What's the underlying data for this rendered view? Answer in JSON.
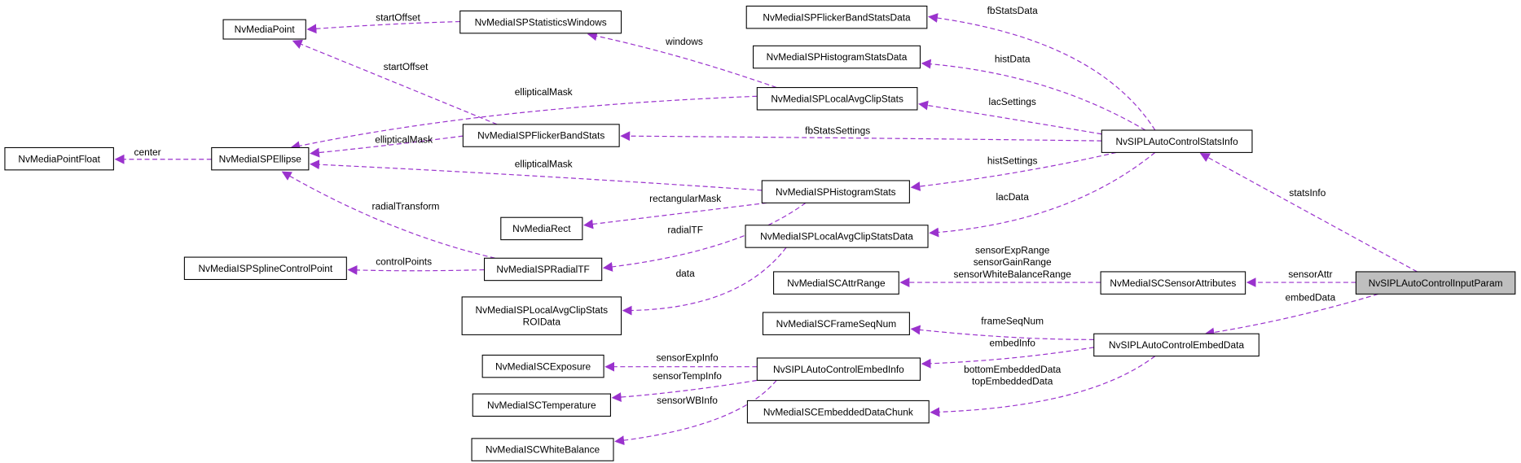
{
  "diagram": {
    "title": "NvSIPLAutoControlInputParam collaboration diagram",
    "edge_color": "#9a32cd",
    "focus_color": "#bfbfbf",
    "nodes": [
      {
        "lines": [
          "NvMediaPoint"
        ]
      },
      {
        "lines": [
          "NvMediaISPStatisticsWindows"
        ]
      },
      {
        "lines": [
          "NvMediaISPFlickerBandStatsData"
        ]
      },
      {
        "lines": [
          "NvMediaISPHistogramStatsData"
        ]
      },
      {
        "lines": [
          "NvMediaISPLocalAvgClipStats"
        ]
      },
      {
        "lines": [
          "NvMediaISPFlickerBandStats"
        ]
      },
      {
        "lines": [
          "NvSIPLAutoControlStatsInfo"
        ]
      },
      {
        "lines": [
          "NvMediaPointFloat"
        ]
      },
      {
        "lines": [
          "NvMediaISPEllipse"
        ]
      },
      {
        "lines": [
          "NvMediaISPHistogramStats"
        ]
      },
      {
        "lines": [
          "NvMediaRect"
        ]
      },
      {
        "lines": [
          "NvMediaISPLocalAvgClipStatsData"
        ]
      },
      {
        "lines": [
          "NvMediaISPSplineControlPoint"
        ]
      },
      {
        "lines": [
          "NvMediaISPRadialTF"
        ]
      },
      {
        "lines": [
          "NvMediaISCAttrRange"
        ]
      },
      {
        "lines": [
          "NvMediaISCSensorAttributes"
        ]
      },
      {
        "lines": [
          "NvSIPLAutoControlInputParam"
        ],
        "focus": true
      },
      {
        "lines": [
          "NvMediaISPLocalAvgClipStats",
          "ROIData"
        ]
      },
      {
        "lines": [
          "NvMediaISCFrameSeqNum"
        ]
      },
      {
        "lines": [
          "NvSIPLAutoControlEmbedData"
        ]
      },
      {
        "lines": [
          "NvMediaISCExposure"
        ]
      },
      {
        "lines": [
          "NvSIPLAutoControlEmbedInfo"
        ]
      },
      {
        "lines": [
          "NvMediaISCTemperature"
        ]
      },
      {
        "lines": [
          "NvMediaISCEmbeddedDataChunk"
        ]
      },
      {
        "lines": [
          "NvMediaISCWhiteBalance"
        ]
      }
    ],
    "edges": [
      {
        "from": "NvMediaISPStatisticsWindows",
        "to": "NvMediaPoint",
        "label": [
          "startOffset"
        ]
      },
      {
        "from": "NvMediaISPFlickerBandStats",
        "to": "NvMediaPoint",
        "label": [
          "startOffset"
        ]
      },
      {
        "from": "NvMediaISPLocalAvgClipStats",
        "to": "NvMediaISPEllipse",
        "label": [
          "ellipticalMask"
        ]
      },
      {
        "from": "NvMediaISPLocalAvgClipStats",
        "to": "NvMediaISPStatisticsWindows",
        "label": [
          "windows"
        ]
      },
      {
        "from": "NvMediaISPFlickerBandStats",
        "to": "NvMediaISPEllipse",
        "label": [
          "ellipticalMask"
        ]
      },
      {
        "from": "NvMediaISPEllipse",
        "to": "NvMediaPointFloat",
        "label": [
          "center"
        ]
      },
      {
        "from": "NvMediaISPHistogramStats",
        "to": "NvMediaISPEllipse",
        "label": [
          "ellipticalMask"
        ]
      },
      {
        "from": "NvMediaISPRadialTF",
        "to": "NvMediaISPEllipse",
        "label": [
          "radialTransform"
        ]
      },
      {
        "from": "NvMediaISPHistogramStats",
        "to": "NvMediaRect",
        "label": [
          "rectangularMask"
        ]
      },
      {
        "from": "NvMediaISPHistogramStats",
        "to": "NvMediaISPRadialTF",
        "label": [
          "radialTF"
        ]
      },
      {
        "from": "NvMediaISPRadialTF",
        "to": "NvMediaISPSplineControlPoint",
        "label": [
          "controlPoints"
        ]
      },
      {
        "from": "NvMediaISPLocalAvgClipStatsData",
        "to": "NvMediaISPLocalAvgClipStatsROIData",
        "label": [
          "data"
        ]
      },
      {
        "from": "NvSIPLAutoControlStatsInfo",
        "to": "NvMediaISPFlickerBandStatsData",
        "label": [
          "fbStatsData"
        ]
      },
      {
        "from": "NvSIPLAutoControlStatsInfo",
        "to": "NvMediaISPHistogramStatsData",
        "label": [
          "histData"
        ]
      },
      {
        "from": "NvSIPLAutoControlStatsInfo",
        "to": "NvMediaISPLocalAvgClipStats",
        "label": [
          "lacSettings"
        ]
      },
      {
        "from": "NvSIPLAutoControlStatsInfo",
        "to": "NvMediaISPFlickerBandStats",
        "label": [
          "fbStatsSettings"
        ]
      },
      {
        "from": "NvSIPLAutoControlStatsInfo",
        "to": "NvMediaISPHistogramStats",
        "label": [
          "histSettings"
        ]
      },
      {
        "from": "NvSIPLAutoControlStatsInfo",
        "to": "NvMediaISPLocalAvgClipStatsData",
        "label": [
          "lacData"
        ]
      },
      {
        "from": "NvSIPLAutoControlInputParam",
        "to": "NvSIPLAutoControlStatsInfo",
        "label": [
          "statsInfo"
        ]
      },
      {
        "from": "NvMediaISCSensorAttributes",
        "to": "NvMediaISCAttrRange",
        "label": [
          "sensorExpRange",
          "sensorGainRange",
          "sensorWhiteBalanceRange"
        ]
      },
      {
        "from": "NvSIPLAutoControlInputParam",
        "to": "NvMediaISCSensorAttributes",
        "label": [
          "sensorAttr"
        ]
      },
      {
        "from": "NvSIPLAutoControlInputParam",
        "to": "NvSIPLAutoControlEmbedData",
        "label": [
          "embedData"
        ]
      },
      {
        "from": "NvSIPLAutoControlEmbedData",
        "to": "NvMediaISCFrameSeqNum",
        "label": [
          "frameSeqNum"
        ]
      },
      {
        "from": "NvSIPLAutoControlEmbedData",
        "to": "NvSIPLAutoControlEmbedInfo",
        "label": [
          "embedInfo"
        ]
      },
      {
        "from": "NvSIPLAutoControlEmbedData",
        "to": "NvMediaISCEmbeddedDataChunk",
        "label": [
          "bottomEmbeddedData",
          "topEmbeddedData"
        ]
      },
      {
        "from": "NvSIPLAutoControlEmbedInfo",
        "to": "NvMediaISCExposure",
        "label": [
          "sensorExpInfo"
        ]
      },
      {
        "from": "NvSIPLAutoControlEmbedInfo",
        "to": "NvMediaISCTemperature",
        "label": [
          "sensorTempInfo"
        ]
      },
      {
        "from": "NvSIPLAutoControlEmbedInfo",
        "to": "NvMediaISCWhiteBalance",
        "label": [
          "sensorWBInfo"
        ]
      }
    ]
  }
}
